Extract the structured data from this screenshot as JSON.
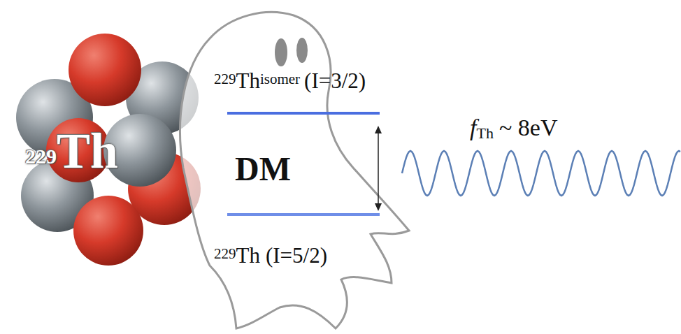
{
  "diagram": {
    "labels": [
      "229",
      "Th",
      "229",
      "Th",
      "isomer",
      "(I=3/2)",
      "DM",
      "f",
      "Th",
      "~ 8eV",
      "229",
      "Th",
      "(I=5/2)"
    ]
  }
}
